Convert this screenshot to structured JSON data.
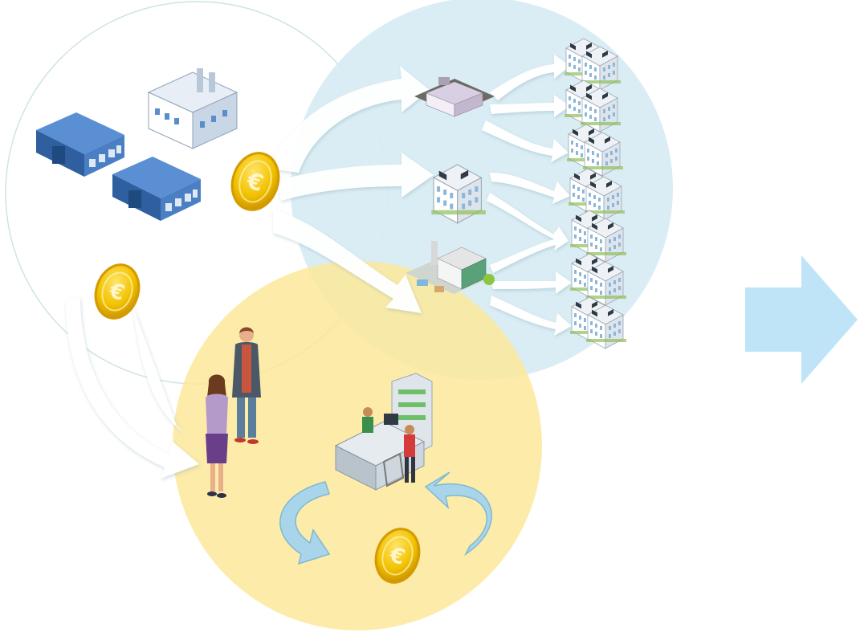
{
  "diagram": {
    "circles": [
      {
        "id": "production",
        "fill": "#ffffff",
        "stroke": "#cfe3e6"
      },
      {
        "id": "supply-chain",
        "fill": "#d7ecf3",
        "stroke": "#d7ecf3"
      },
      {
        "id": "consumption",
        "fill": "#fbe79a",
        "stroke": "#fbe79a"
      }
    ],
    "coin_symbol": "€",
    "colors": {
      "coin": "#f2c200",
      "coin_edge": "#d49b00",
      "building_blue": "#3d6fb6",
      "arrow_white": "#ffffff",
      "cycle_arrow": "#a9d5ea",
      "next_arrow": "#bfe4f7"
    },
    "icons": [
      "warehouse-icon",
      "factory-icon",
      "coin-icon",
      "office-building-icon",
      "plant-icon",
      "people-icon",
      "checkout-counter-icon",
      "cycle-arrows-icon",
      "next-arrow-icon"
    ]
  }
}
